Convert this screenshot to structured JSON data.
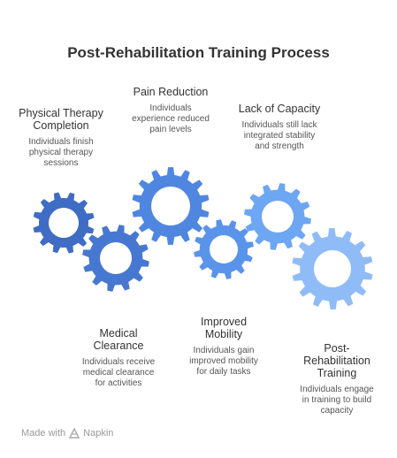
{
  "title": "Post-Rehabilitation Training Process",
  "steps": [
    {
      "heading": "Physical Therapy\nCompletion",
      "description": "Individuals finish\nphysical therapy\nsessions",
      "color": "#3f6cc4"
    },
    {
      "heading": "Medical\nClearance",
      "description": "Individuals receive\nmedical clearance\nfor activities",
      "color": "#4778d1"
    },
    {
      "heading": "Pain Reduction",
      "description": "Individuals\nexperience reduced\npain levels",
      "color": "#4f86e0"
    },
    {
      "heading": "Improved\nMobility",
      "description": "Individuals gain\nimproved mobility\nfor daily tasks",
      "color": "#5994ea"
    },
    {
      "heading": "Lack of Capacity",
      "description": "Individuals still lack\nintegrated stability\nand strength",
      "color": "#6da6f2"
    },
    {
      "heading": "Post-\nRehabilitation\nTraining",
      "description": "Individuals engage\nin training to build\ncapacity",
      "color": "#8fbcf7"
    }
  ],
  "footer": {
    "made_with": "Made with",
    "brand": "Napkin",
    "logo_icon": "napkin-logo-icon"
  }
}
